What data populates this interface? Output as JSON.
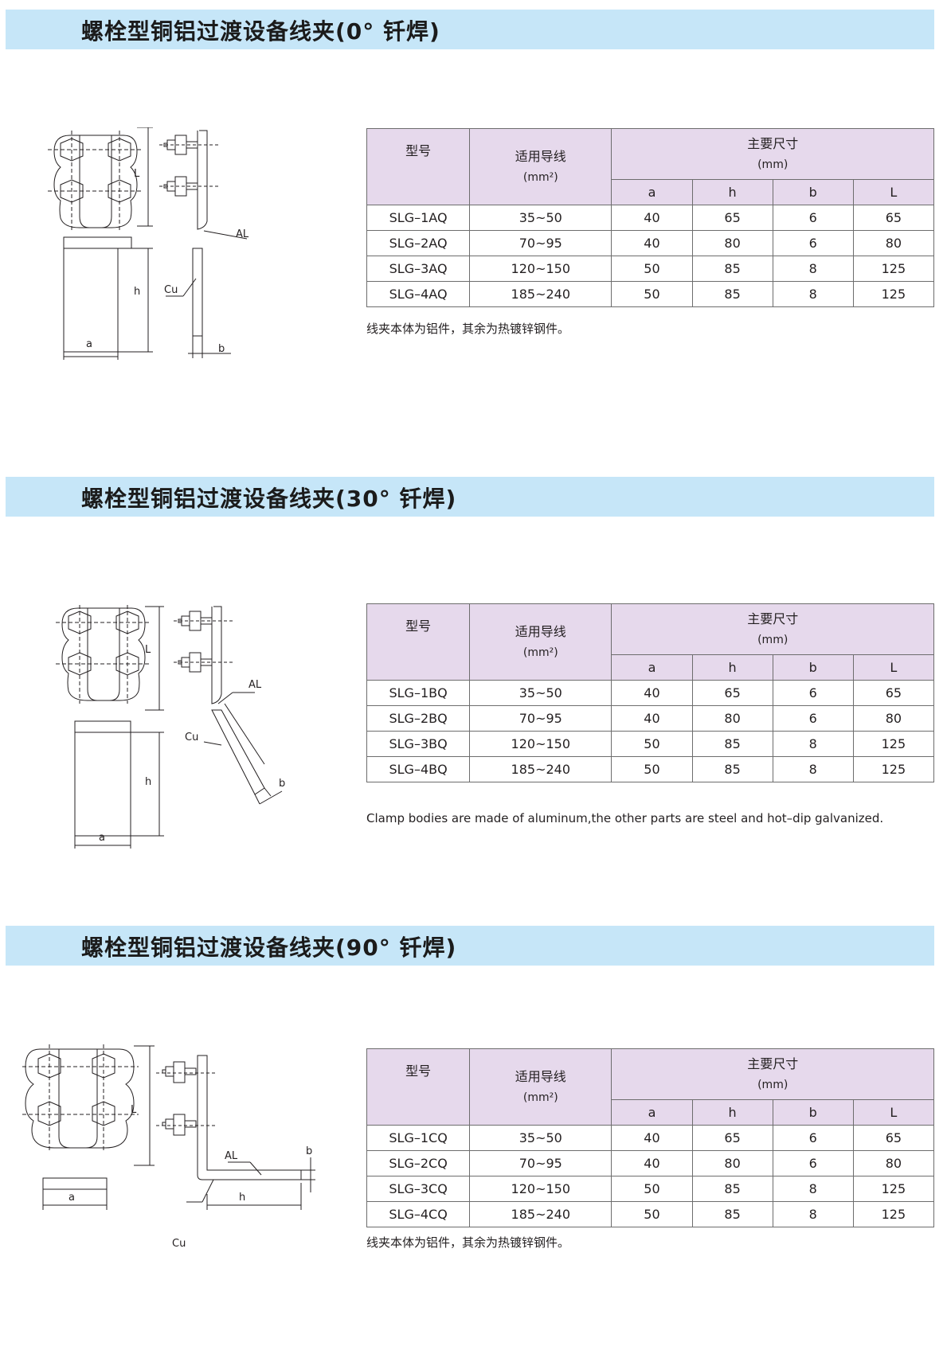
{
  "sections": [
    {
      "title": "螺栓型铜铝过渡设备线夹(0° 钎焊)",
      "headers": {
        "model": "型号",
        "wire": "适用导线",
        "wire_unit": "(mm²)",
        "main": "主要尺寸",
        "main_unit": "(mm)",
        "dims": [
          "a",
          "h",
          "b",
          "L"
        ]
      },
      "rows": [
        [
          "SLG–1AQ",
          "35~50",
          "40",
          "65",
          "6",
          "65"
        ],
        [
          "SLG–2AQ",
          "70~95",
          "40",
          "80",
          "6",
          "80"
        ],
        [
          "SLG–3AQ",
          "120~150",
          "50",
          "85",
          "8",
          "125"
        ],
        [
          "SLG–4AQ",
          "185~240",
          "50",
          "85",
          "8",
          "125"
        ]
      ],
      "note": "线夹本体为铝件，其余为热镀锌钢件。",
      "drawing_labels": {
        "L": "L",
        "h": "h",
        "a": "a",
        "b": "b",
        "al": "AL",
        "cu": "Cu"
      }
    },
    {
      "title": "螺栓型铜铝过渡设备线夹(30° 钎焊)",
      "headers": {
        "model": "型号",
        "wire": "适用导线",
        "wire_unit": "(mm²)",
        "main": "主要尺寸",
        "main_unit": "(mm)",
        "dims": [
          "a",
          "h",
          "b",
          "L"
        ]
      },
      "rows": [
        [
          "SLG–1BQ",
          "35~50",
          "40",
          "65",
          "6",
          "65"
        ],
        [
          "SLG–2BQ",
          "70~95",
          "40",
          "80",
          "6",
          "80"
        ],
        [
          "SLG–3BQ",
          "120~150",
          "50",
          "85",
          "8",
          "125"
        ],
        [
          "SLG–4BQ",
          "185~240",
          "50",
          "85",
          "8",
          "125"
        ]
      ],
      "note": "Clamp bodies are made of aluminum,the other parts are steel and hot–dip galvanized.",
      "drawing_labels": {
        "L": "L",
        "h": "h",
        "a": "a",
        "b": "b",
        "al": "AL",
        "cu": "Cu"
      }
    },
    {
      "title": "螺栓型铜铝过渡设备线夹(90° 钎焊)",
      "headers": {
        "model": "型号",
        "wire": "适用导线",
        "wire_unit": "(mm²)",
        "main": "主要尺寸",
        "main_unit": "(mm)",
        "dims": [
          "a",
          "h",
          "b",
          "L"
        ]
      },
      "rows": [
        [
          "SLG–1CQ",
          "35~50",
          "40",
          "65",
          "6",
          "65"
        ],
        [
          "SLG–2CQ",
          "70~95",
          "40",
          "80",
          "6",
          "80"
        ],
        [
          "SLG–3CQ",
          "120~150",
          "50",
          "85",
          "8",
          "125"
        ],
        [
          "SLG–4CQ",
          "185~240",
          "50",
          "85",
          "8",
          "125"
        ]
      ],
      "note": "线夹本体为铝件，其余为热镀锌钢件。",
      "drawing_labels": {
        "L": "L",
        "h": "h",
        "a": "a",
        "b": "b",
        "al": "AL",
        "cu": "Cu"
      }
    }
  ]
}
